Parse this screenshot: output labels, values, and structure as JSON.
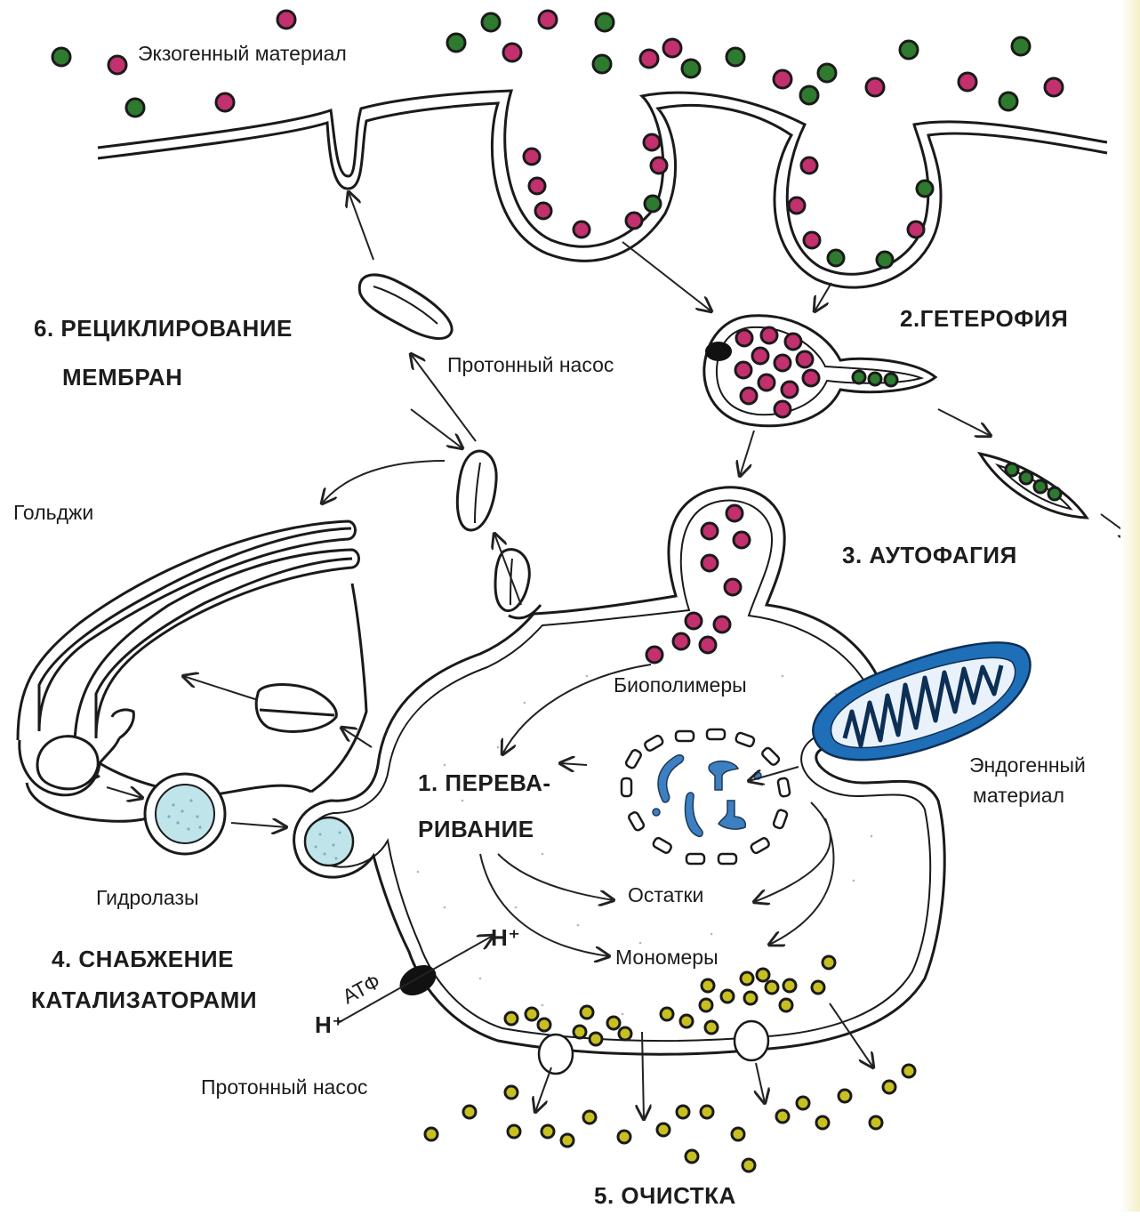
{
  "labels": {
    "exogenous": "Экзогенный материал",
    "heterophagy": "2.ГЕТЕРОФИЯ",
    "proton_pump_top": "Протонный насос",
    "recycling_line1": "6. РЕЦИКЛИРОВАНИЕ",
    "recycling_line2": "МЕМБРАН",
    "golgi": "Гольджи",
    "autophagy": "3. АУТОФАГИЯ",
    "biopolymers": "Биополимеры",
    "endogenous_line1": "Эндогенный",
    "endogenous_line2": "материал",
    "digestion_line1": "1. ПЕРЕВА-",
    "digestion_line2": "РИВАНИЕ",
    "hydrolases": "Гидролазы",
    "residues": "Остатки",
    "monomers": "Мономеры",
    "supply_line1": "4. СНАБЖЕНИЕ",
    "supply_line2": "КАТАЛИЗАТОРАМИ",
    "h_plus_inside": "H⁺",
    "atp": "АТФ",
    "h_plus_outside": "H⁺",
    "proton_pump_bottom": "Протонный насос",
    "cleanup": "5.  ОЧИСТКА"
  },
  "colors": {
    "membrane": "#1a1a1a",
    "pink_particle": "#c2306e",
    "green_particle": "#2e7a2e",
    "yellow_particle": "#c8c020",
    "mitochondrion": "#1f6fb8",
    "hydrolase_fill": "#bfe4ea",
    "nucleus_fragment": "#3d7fc0"
  }
}
